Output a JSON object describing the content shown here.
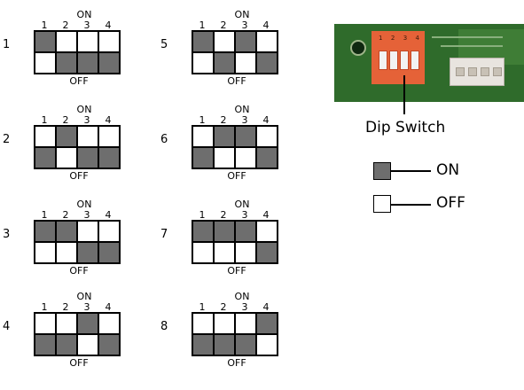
{
  "diagrams": [
    {
      "row_label": "1",
      "on_label": "ON",
      "off_label": "OFF",
      "pins": [
        "1",
        "2",
        "3",
        "4"
      ],
      "states": [
        "on",
        "off",
        "off",
        "off"
      ]
    },
    {
      "row_label": "2",
      "on_label": "ON",
      "off_label": "OFF",
      "pins": [
        "1",
        "2",
        "3",
        "4"
      ],
      "states": [
        "off",
        "on",
        "off",
        "off"
      ]
    },
    {
      "row_label": "3",
      "on_label": "ON",
      "off_label": "OFF",
      "pins": [
        "1",
        "2",
        "3",
        "4"
      ],
      "states": [
        "on",
        "on",
        "off",
        "off"
      ]
    },
    {
      "row_label": "4",
      "on_label": "ON",
      "off_label": "OFF",
      "pins": [
        "1",
        "2",
        "3",
        "4"
      ],
      "states": [
        "off",
        "off",
        "on",
        "off"
      ]
    },
    {
      "row_label": "5",
      "on_label": "ON",
      "off_label": "OFF",
      "pins": [
        "1",
        "2",
        "3",
        "4"
      ],
      "states": [
        "on",
        "off",
        "on",
        "off"
      ]
    },
    {
      "row_label": "6",
      "on_label": "ON",
      "off_label": "OFF",
      "pins": [
        "1",
        "2",
        "3",
        "4"
      ],
      "states": [
        "off",
        "on",
        "on",
        "off"
      ]
    },
    {
      "row_label": "7",
      "on_label": "ON",
      "off_label": "OFF",
      "pins": [
        "1",
        "2",
        "3",
        "4"
      ],
      "states": [
        "on",
        "on",
        "on",
        "off"
      ]
    },
    {
      "row_label": "8",
      "on_label": "ON",
      "off_label": "OFF",
      "pins": [
        "1",
        "2",
        "3",
        "4"
      ],
      "states": [
        "off",
        "off",
        "off",
        "on"
      ]
    }
  ],
  "photo": {
    "switch_numbers": [
      "1",
      "2",
      "3",
      "4"
    ],
    "board_color": "#2f6b2b",
    "switch_color": "#e56238"
  },
  "dip_switch_label": "Dip Switch",
  "legend": {
    "on_label": "ON",
    "off_label": "OFF",
    "on_color": "#6e6e6e",
    "off_color": "#ffffff"
  }
}
